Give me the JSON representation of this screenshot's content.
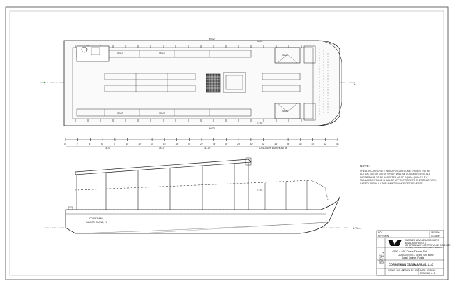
{
  "plan_labels": {
    "top_side": "9032",
    "bottom_side": "9032",
    "gate_top": "GATE",
    "gate_bottom": "GATE",
    "seat": "SEAT",
    "centerline": "℄"
  },
  "station_labels": [
    "0'",
    "2'",
    "4'",
    "6'",
    "8'",
    "10'",
    "12'",
    "14'",
    "16'",
    "18'",
    "20'",
    "22'",
    "24'",
    "26'",
    "28'",
    "30'",
    "32'",
    "34'",
    "36'",
    "38'",
    "40'",
    "42'",
    "44'"
  ],
  "dimension_labels": {
    "seg1": "18'-0\"",
    "seg2": "14'-0\"",
    "seg3": "16'-10\"",
    "seg4": "COLLISION BULKHEAD 38'"
  },
  "profile": {
    "gate": "GATE",
    "hull_name": "CORINTHIAN",
    "hull_sub": "MARCO ISLAND, FL",
    "waterline": "L.W.L."
  },
  "note": {
    "heading": "NOTE:",
    "text": "SHELL INCORPORATE WHICH WILL BECOME EVIDENT IN THE ACTUAL ELEVATION OF WHICH WILL BE CONSIDERED BY ALL PARTIES AND TO BE ACCEPTED AS OF EQUAL QUALITY BY MANAGEMENT AND SHALL BE APPROPRIATE TO THE STRUCTURE, SAFETY AND HULL FOR MAINTENANCE OF THE VESSEL."
  },
  "title_block": {
    "rev_no": "NO.",
    "rev_date": "08/28/00",
    "rev_label": "REVISION",
    "rev_date2": "07/28/00",
    "profile_label": "PROFILE",
    "deck_label": "DECK PLAN",
    "firm": "CHARLES NEVILLE ASSOCIATES",
    "firm_sub": "NAVAL ARCHITECTS",
    "address": "501 BROADWAY • CENTREVILLE, MD 21617",
    "phone": "PH: (410) 758-9764 • FAX: (410) 758-1997",
    "project": "4560 = MV Oasis Divers Sol",
    "project_sub": "OASIS DIVERS – Grand Turk Island",
    "project_sub2": "Salani Springs, Florida",
    "client": "CORINTHIAN CATAMARANS, LLC",
    "scale": "SCALE: 1/4\" = 1'",
    "drawn": "DRAWN BY: CSN",
    "date": "DATE: 07/28/00",
    "sheet": "DRAWING #: 2"
  }
}
